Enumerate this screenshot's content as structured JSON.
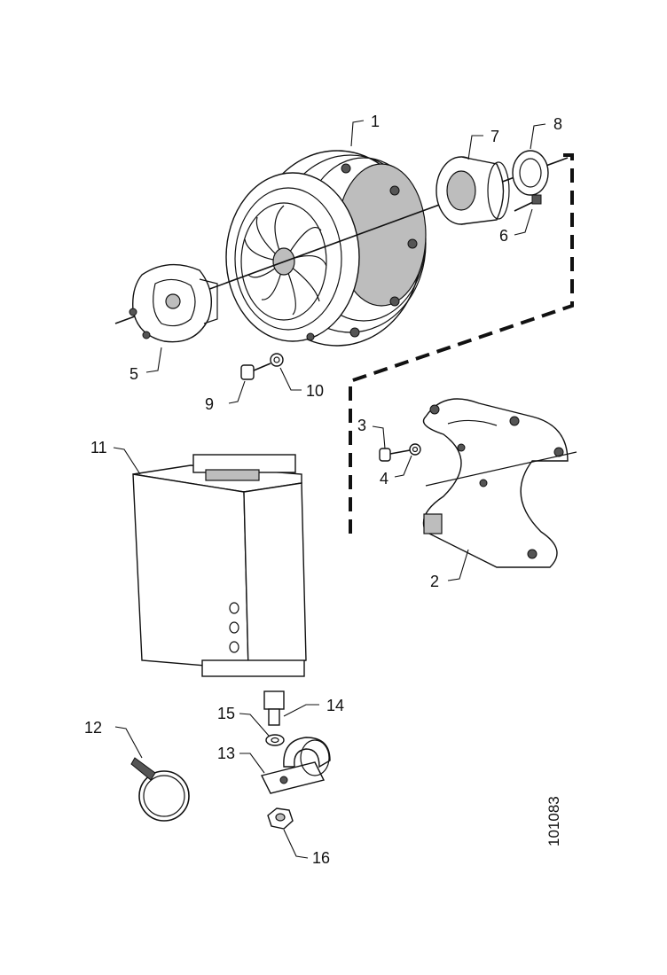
{
  "diagram": {
    "reference_number": "101083",
    "callouts": {
      "p1": "1",
      "p2": "2",
      "p3": "3",
      "p4": "4",
      "p5": "5",
      "p6": "6",
      "p7": "7",
      "p8": "8",
      "p9": "9",
      "p10": "10",
      "p11": "11",
      "p12": "12",
      "p13": "13",
      "p14": "14",
      "p15": "15",
      "p16": "16"
    }
  }
}
